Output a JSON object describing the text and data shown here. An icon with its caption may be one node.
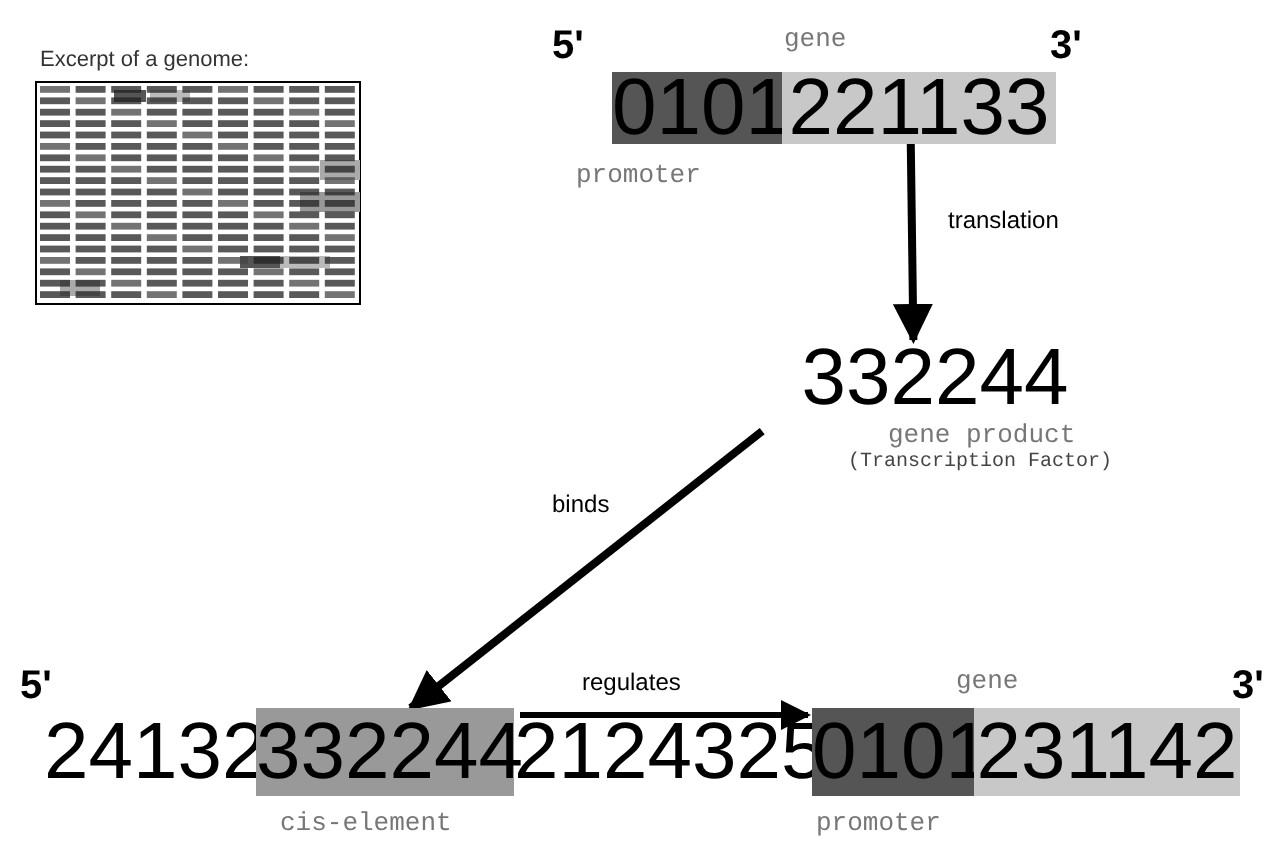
{
  "diagram": {
    "nodes": [
      {
        "text": [
          "0101"
        ],
        "beside": [
          "promoter"
        ]
      },
      {
        "text": [
          "221133"
        ]
      },
      {
        "text": [
          "332244"
        ],
        "beside": [
          "gene product",
          "(Transcription Factor)"
        ]
      },
      {
        "text": [
          "24132"
        ]
      },
      {
        "text": [
          "332244"
        ],
        "beside": [
          "cis-element"
        ]
      },
      {
        "text": [
          "2124325"
        ]
      },
      {
        "text": [
          "0101"
        ],
        "beside": [
          "promoter"
        ]
      },
      {
        "text": [
          "231142"
        ]
      }
    ],
    "edges": [
      {
        "from": 1,
        "to": 2,
        "arrow": "to",
        "label": "translation"
      },
      {
        "from": 2,
        "to": 4,
        "arrow": "to",
        "label": "binds"
      },
      {
        "from": 4,
        "to": 6,
        "arrow": "to",
        "label": "regulates"
      }
    ],
    "labels": [
      "Excerpt of a genome:",
      "5'",
      "gene",
      "3'",
      "5'",
      "gene",
      "3'"
    ]
  }
}
